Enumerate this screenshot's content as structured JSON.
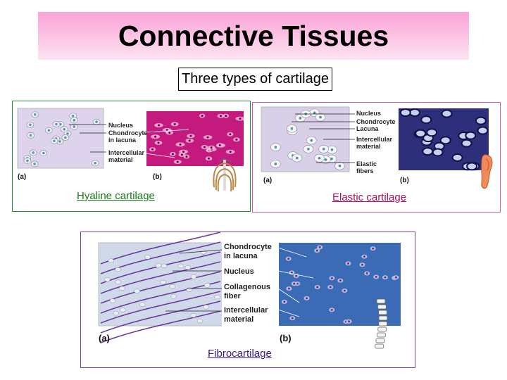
{
  "header": {
    "title": "Connective Tissues",
    "subtitle": "Three types of cartilage"
  },
  "hyaline": {
    "label": "Hyaline cartilage",
    "labels": {
      "nucleus": "Nucleus",
      "chondrocyte_1": "Chondrocyte",
      "chondrocyte_2": "in lacuna",
      "intercellular_1": "Intercellular",
      "intercellular_2": "material"
    },
    "panel_a": "(a)",
    "panel_b": "(b)",
    "icon": "ribcage-icon"
  },
  "elastic": {
    "label": "Elastic cartilage",
    "labels": {
      "nucleus": "Nucleus",
      "chondrocyte": "Chondrocyte",
      "lacuna": "Lacuna",
      "intercellular_1": "Intercellular",
      "intercellular_2": "material",
      "elastic_1": "Elastic",
      "elastic_2": "fibers"
    },
    "panel_a": "(a)",
    "panel_b": "(b)",
    "icon": "ear-icon"
  },
  "fibro": {
    "label": "Fibrocartilage",
    "labels": {
      "chondrocyte_1": "Chondrocyte",
      "chondrocyte_2": "in lacuna",
      "nucleus": "Nucleus",
      "collagenous_1": "Collagenous",
      "collagenous_2": "fiber",
      "intercellular_1": "Intercellular",
      "intercellular_2": "material"
    },
    "panel_a": "(a)",
    "panel_b": "(b)",
    "icon": "spine-icon"
  },
  "colors": {
    "hyaline_label": "#1a7a1a",
    "elastic_label": "#b0105a",
    "fibro_label": "#3a1a8a",
    "title_gradient_top": "#f9a3d6",
    "title_gradient_bottom": "#fde3f2"
  }
}
